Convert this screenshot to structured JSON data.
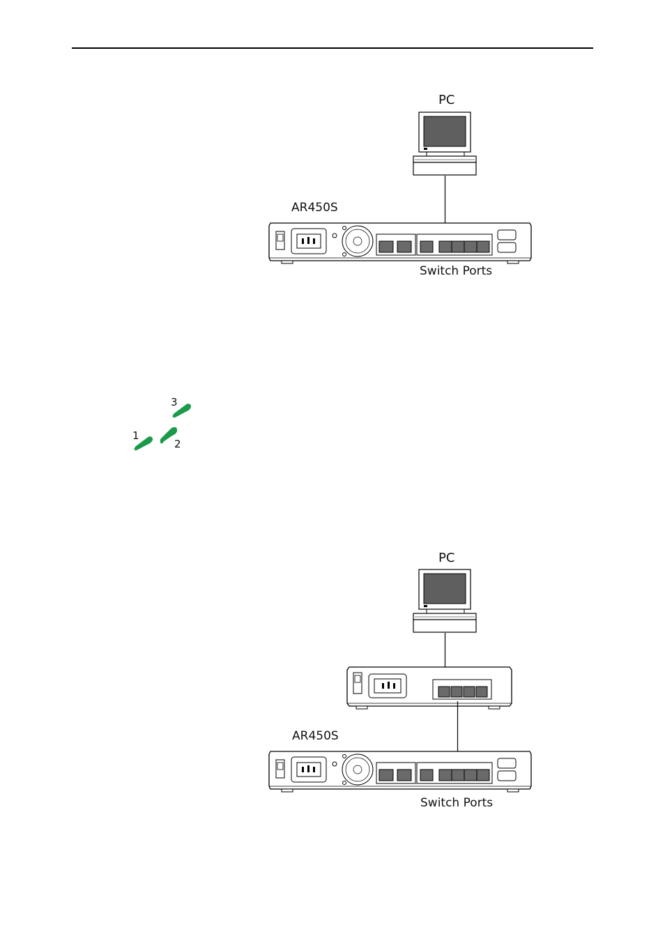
{
  "diagram_top": {
    "pc_label": "PC",
    "router_label": "AR450S",
    "ports_label": "Switch Ports"
  },
  "steps": {
    "step1": "1",
    "step2": "2",
    "step3": "3",
    "icon_color": "#1a9a4a"
  },
  "diagram_bottom": {
    "pc_label": "PC",
    "router_label": "AR450S",
    "ports_label": "Switch Ports"
  }
}
